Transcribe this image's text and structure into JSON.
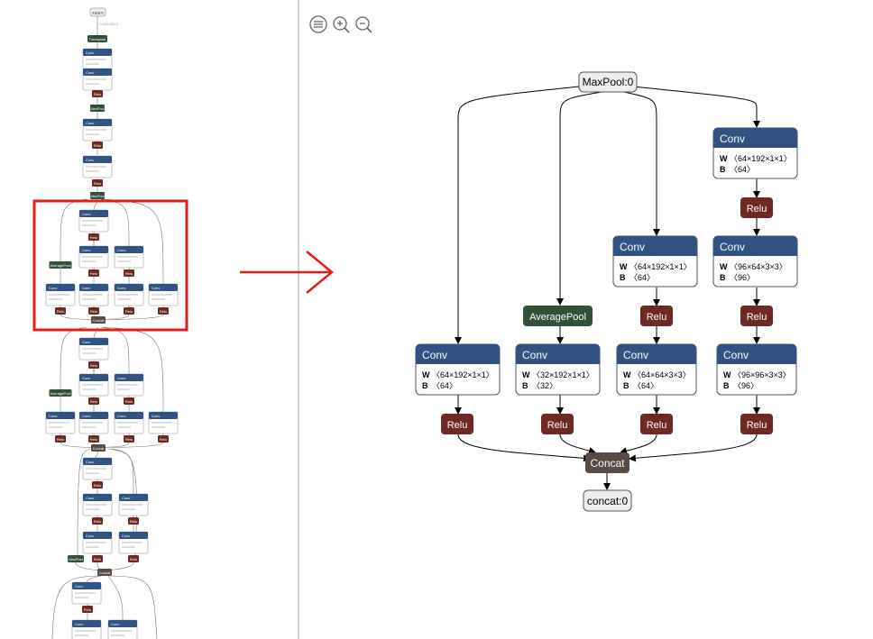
{
  "overview": {
    "input_label": "input:0",
    "input_shape": "1×224×224×3",
    "first_op": "Transpose",
    "conv_label": "Conv",
    "relu_label": "Relu",
    "maxpool_label": "MaxPool",
    "avgpool_label": "AveragePool",
    "concat_label": "Concat"
  },
  "toolbar": {
    "sidebar_icon": "menu-icon",
    "zoom_in_icon": "zoom-in-icon",
    "zoom_out_icon": "zoom-out-icon"
  },
  "colors": {
    "conv_header": "#2f5383",
    "relu": "#6e2a22",
    "pool": "#335139",
    "concat": "#584a44",
    "tensor_fill": "#eeeeee",
    "highlight": "#e81b1b"
  },
  "graph": {
    "input_tensor": "MaxPool:0",
    "output_tensor": "concat:0",
    "concat": "Concat",
    "avgpool": "AveragePool",
    "relu": "Relu",
    "branches": {
      "b1": {
        "conv": {
          "title": "Conv",
          "w_key": "W",
          "w": "〈64×192×1×1〉",
          "b_key": "B",
          "b": "〈64〉"
        }
      },
      "b2": {
        "conv": {
          "title": "Conv",
          "w_key": "W",
          "w": "〈32×192×1×1〉",
          "b_key": "B",
          "b": "〈32〉"
        }
      },
      "b3": {
        "conv1": {
          "title": "Conv",
          "w_key": "W",
          "w": "〈64×192×1×1〉",
          "b_key": "B",
          "b": "〈64〉"
        },
        "conv2": {
          "title": "Conv",
          "w_key": "W",
          "w": "〈64×64×3×3〉",
          "b_key": "B",
          "b": "〈64〉"
        }
      },
      "b4": {
        "conv1": {
          "title": "Conv",
          "w_key": "W",
          "w": "〈64×192×1×1〉",
          "b_key": "B",
          "b": "〈64〉"
        },
        "conv2": {
          "title": "Conv",
          "w_key": "W",
          "w": "〈96×64×3×3〉",
          "b_key": "B",
          "b": "〈96〉"
        },
        "conv3": {
          "title": "Conv",
          "w_key": "W",
          "w": "〈96×96×3×3〉",
          "b_key": "B",
          "b": "〈96〉"
        }
      }
    }
  }
}
